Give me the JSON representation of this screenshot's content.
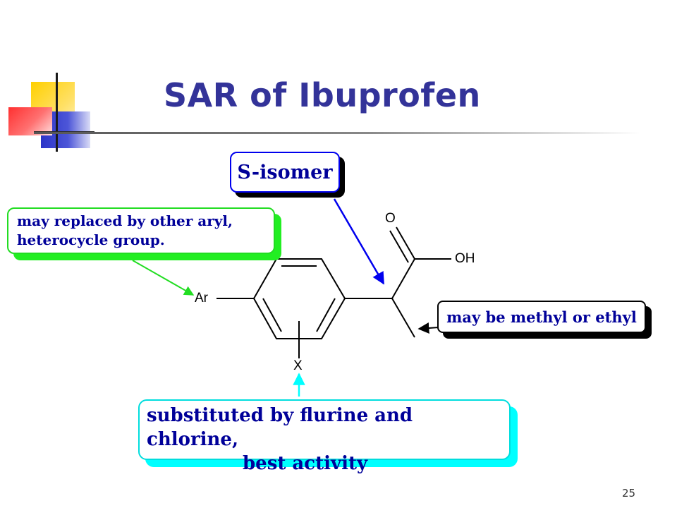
{
  "slide": {
    "title": "SAR of Ibuprofen",
    "page_number": "25"
  },
  "callouts": {
    "s_isomer": "S-isomer",
    "aryl_line1": "may replaced by other aryl,",
    "aryl_line2": "heterocycle group.",
    "methyl_ethyl": "may be methyl or ethyl",
    "substituent_line1": "substituted by flurine and chlorine,",
    "substituent_line2": "best activity"
  },
  "molecule": {
    "atom_o": "O",
    "atom_oh": "OH",
    "atom_ar": "Ar",
    "atom_x": "X"
  },
  "colors": {
    "title": "#333399",
    "s_isomer_arrow": "#0000ee",
    "aryl_arrow": "#22dd22",
    "substituent_arrow": "#00ffff",
    "methyl_arrow": "#000000"
  }
}
